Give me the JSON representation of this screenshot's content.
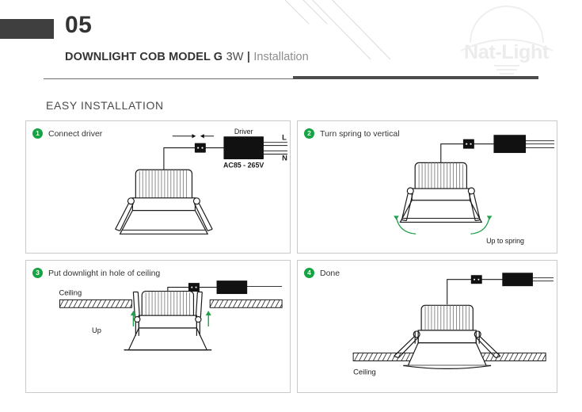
{
  "header": {
    "number": "05",
    "title_main": "DOWNLIGHT COB MODEL G",
    "title_watt": "3W",
    "title_separator": "|",
    "title_sub": "Installation",
    "logo_text": "Nat-Light",
    "accent_dark": "#403f3f",
    "rule_color": "#4d4d4d"
  },
  "section": {
    "title": "EASY INSTALLATION"
  },
  "panels": [
    {
      "number": "1",
      "label": "Connect driver",
      "badge_color": "#16a341",
      "captions": {
        "driver": "Driver",
        "voltage": "AC85 - 265V",
        "line_l": "L",
        "line_n": "N"
      }
    },
    {
      "number": "2",
      "label": "Turn spring to vertical",
      "badge_color": "#16a341",
      "captions": {
        "hint": "Up to spring"
      }
    },
    {
      "number": "3",
      "label": "Put downlight in hole of ceiling",
      "badge_color": "#16a341",
      "captions": {
        "ceiling": "Ceiling",
        "up": "Up"
      }
    },
    {
      "number": "4",
      "label": "Done",
      "badge_color": "#16a341",
      "captions": {
        "ceiling": "Ceiling"
      }
    }
  ]
}
